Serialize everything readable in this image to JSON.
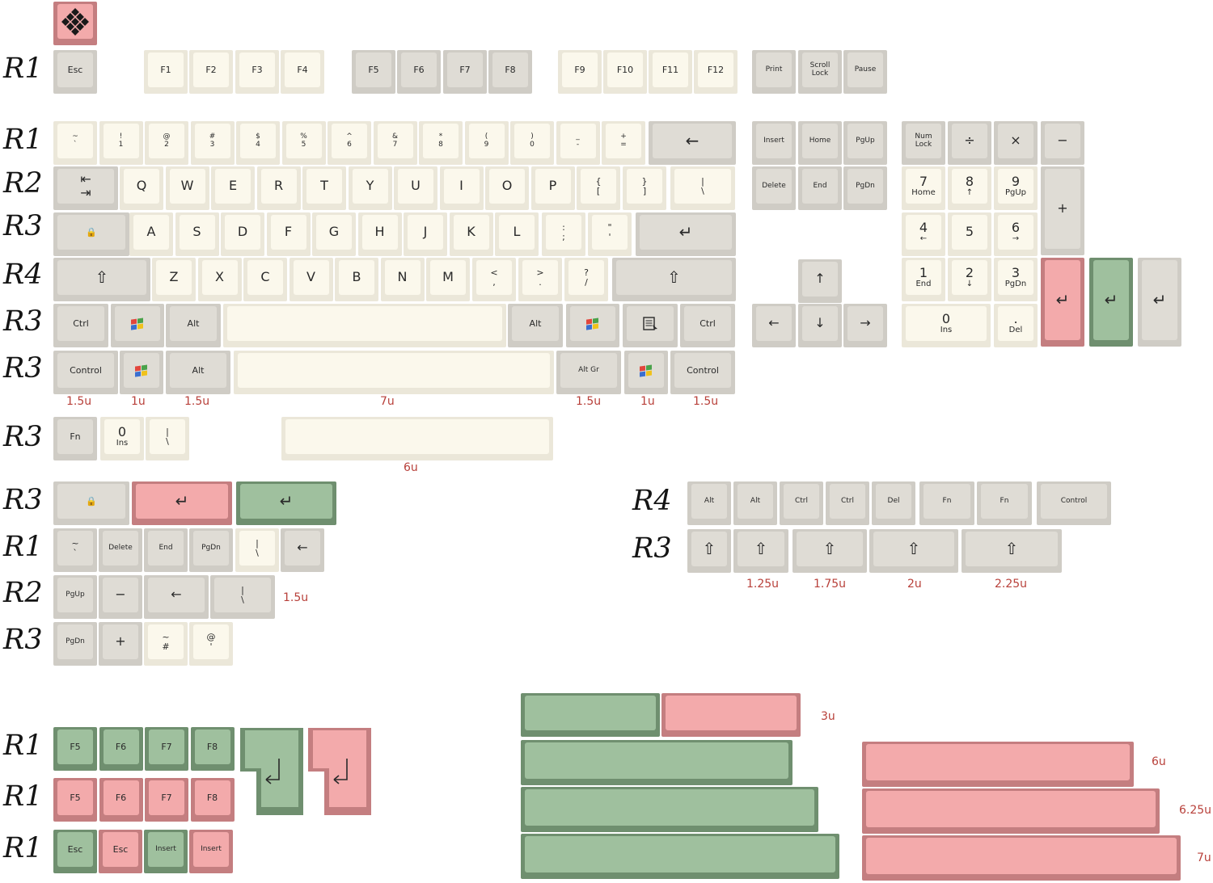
{
  "row_labels": [
    "R1",
    "R1",
    "R2",
    "R3",
    "R4",
    "R3",
    "R3",
    "R3",
    "R3",
    "R1",
    "R2",
    "R3",
    "R4",
    "R3",
    "R1",
    "R1",
    "R1"
  ],
  "size_labels": [
    "1.5u",
    "1u",
    "1.5u",
    "7u",
    "1.5u",
    "1u",
    "1.5u",
    "6u",
    "1.5u",
    "1.25u",
    "1.75u",
    "2u",
    "2.25u",
    "3u",
    "6u",
    "6.25u",
    "7u"
  ],
  "keys": {
    "esc": "Esc",
    "f1": "F1",
    "f2": "F2",
    "f3": "F3",
    "f4": "F4",
    "f5": "F5",
    "f6": "F6",
    "f7": "F7",
    "f8": "F8",
    "f9": "F9",
    "f10": "F10",
    "f11": "F11",
    "f12": "F12",
    "print": "Print",
    "scroll_lock": "Scroll\nLock",
    "pause": "Pause",
    "num_row": [
      [
        "~",
        "`"
      ],
      [
        "!",
        "1"
      ],
      [
        "@",
        "2"
      ],
      [
        "#",
        "3"
      ],
      [
        "$",
        "4"
      ],
      [
        "%",
        "5"
      ],
      [
        "^",
        "6"
      ],
      [
        "&",
        "7"
      ],
      [
        "*",
        "8"
      ],
      [
        "(",
        "9"
      ],
      [
        ")",
        "0"
      ],
      [
        "_",
        "-"
      ],
      [
        "+",
        "="
      ]
    ],
    "backspace": "←",
    "tab": "⇤\n⇥",
    "qrow": [
      "Q",
      "W",
      "E",
      "R",
      "T",
      "Y",
      "U",
      "I",
      "O",
      "P"
    ],
    "brackets": [
      [
        "{",
        "["
      ],
      [
        "}",
        "]"
      ]
    ],
    "pipe": [
      "|",
      "\\"
    ],
    "caps": "🔒",
    "arow": [
      "A",
      "S",
      "D",
      "F",
      "G",
      "H",
      "J",
      "K",
      "L"
    ],
    "semi": [
      ":",
      ";"
    ],
    "quote": [
      "\"",
      "'"
    ],
    "enter": "↵",
    "shift": "⇧",
    "zrow": [
      "Z",
      "X",
      "C",
      "V",
      "B",
      "N",
      "M"
    ],
    "punct": [
      [
        "<",
        ","
      ],
      [
        ">",
        "."
      ],
      [
        "?",
        "/"
      ]
    ],
    "ctrl": "Ctrl",
    "alt": "Alt",
    "control": "Control",
    "alt_gr": "Alt Gr",
    "fn": "Fn",
    "insert": "Insert",
    "home": "Home",
    "pgup": "PgUp",
    "delete": "Delete",
    "end": "End",
    "pgdn": "PgDn",
    "del": "Del",
    "num_lock": "Num\nLock",
    "divide": "÷",
    "multiply": "×",
    "minus": "−",
    "plus": "+",
    "np7": [
      "7",
      "Home"
    ],
    "np8": [
      "8",
      "↑"
    ],
    "np9": [
      "9",
      "PgUp"
    ],
    "np4": [
      "4",
      "←"
    ],
    "np5": [
      "5",
      ""
    ],
    "np6": [
      "6",
      "→"
    ],
    "np1": [
      "1",
      "End"
    ],
    "np2": [
      "2",
      "↓"
    ],
    "np3": [
      "3",
      "PgDn"
    ],
    "np0": [
      "0",
      "Ins"
    ],
    "npdot": [
      ".",
      "Del"
    ],
    "arrow_up": "↑",
    "arrow_down": "↓",
    "arrow_left": "←",
    "arrow_right": "→",
    "iso_hash": [
      "~",
      "#"
    ],
    "iso_at": [
      "@",
      "'"
    ],
    "dash": "−",
    "plus_key": "+"
  },
  "colors": {
    "white_top": "#fbf8ec",
    "grey_top": "#dfdcd5",
    "pink_top": "#f3aaab",
    "green_top": "#9fc09e",
    "label": "#b8403a"
  }
}
